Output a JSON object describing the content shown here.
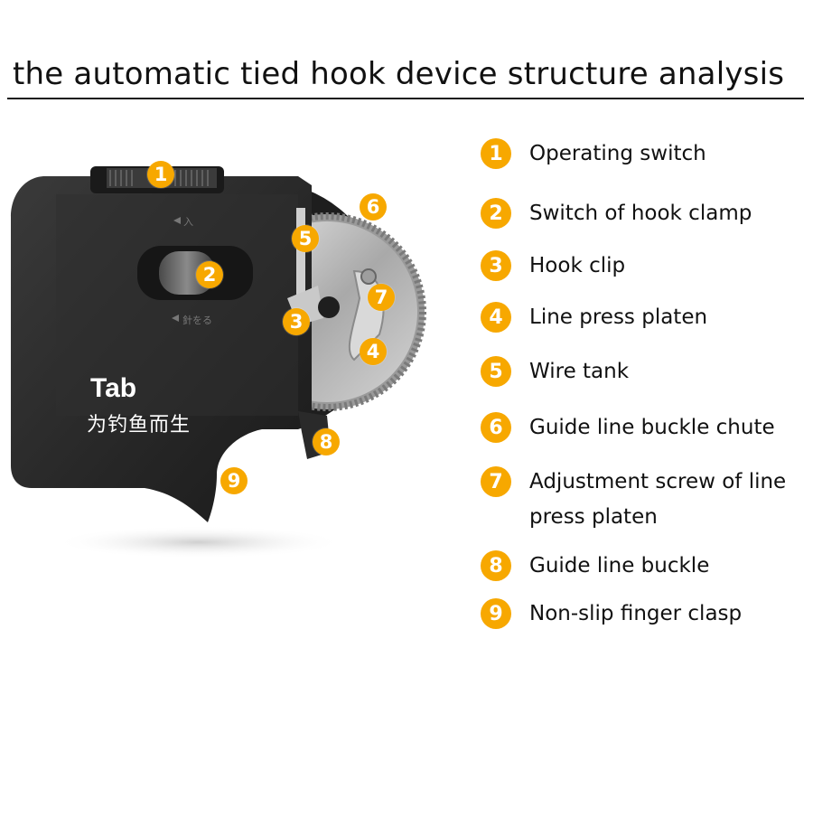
{
  "title": "the automatic tied hook device structure analysis",
  "device": {
    "brand_name": "Tab",
    "slogan": "为钓鱼而生",
    "engrave_top": "入",
    "engrave_bottom": "針をる"
  },
  "legend": [
    {
      "num": "1",
      "line1": "Operating switch",
      "line2": ""
    },
    {
      "num": "2",
      "line1": "Switch of hook clamp",
      "line2": ""
    },
    {
      "num": "3",
      "line1": "Hook clip",
      "line2": ""
    },
    {
      "num": "4",
      "line1": "Line press platen",
      "line2": ""
    },
    {
      "num": "5",
      "line1": "Wire tank",
      "line2": ""
    },
    {
      "num": "6",
      "line1": "Guide line buckle chute",
      "line2": ""
    },
    {
      "num": "7",
      "line1": "Adjustment screw of line",
      "line2": "press platen"
    },
    {
      "num": "8",
      "line1": "Guide line buckle",
      "line2": ""
    },
    {
      "num": "9",
      "line1": "Non-slip finger clasp",
      "line2": ""
    }
  ],
  "colors": {
    "badge": "#f7a800",
    "device_body": "#2b2b2b",
    "metal": "#bfbfbf"
  }
}
